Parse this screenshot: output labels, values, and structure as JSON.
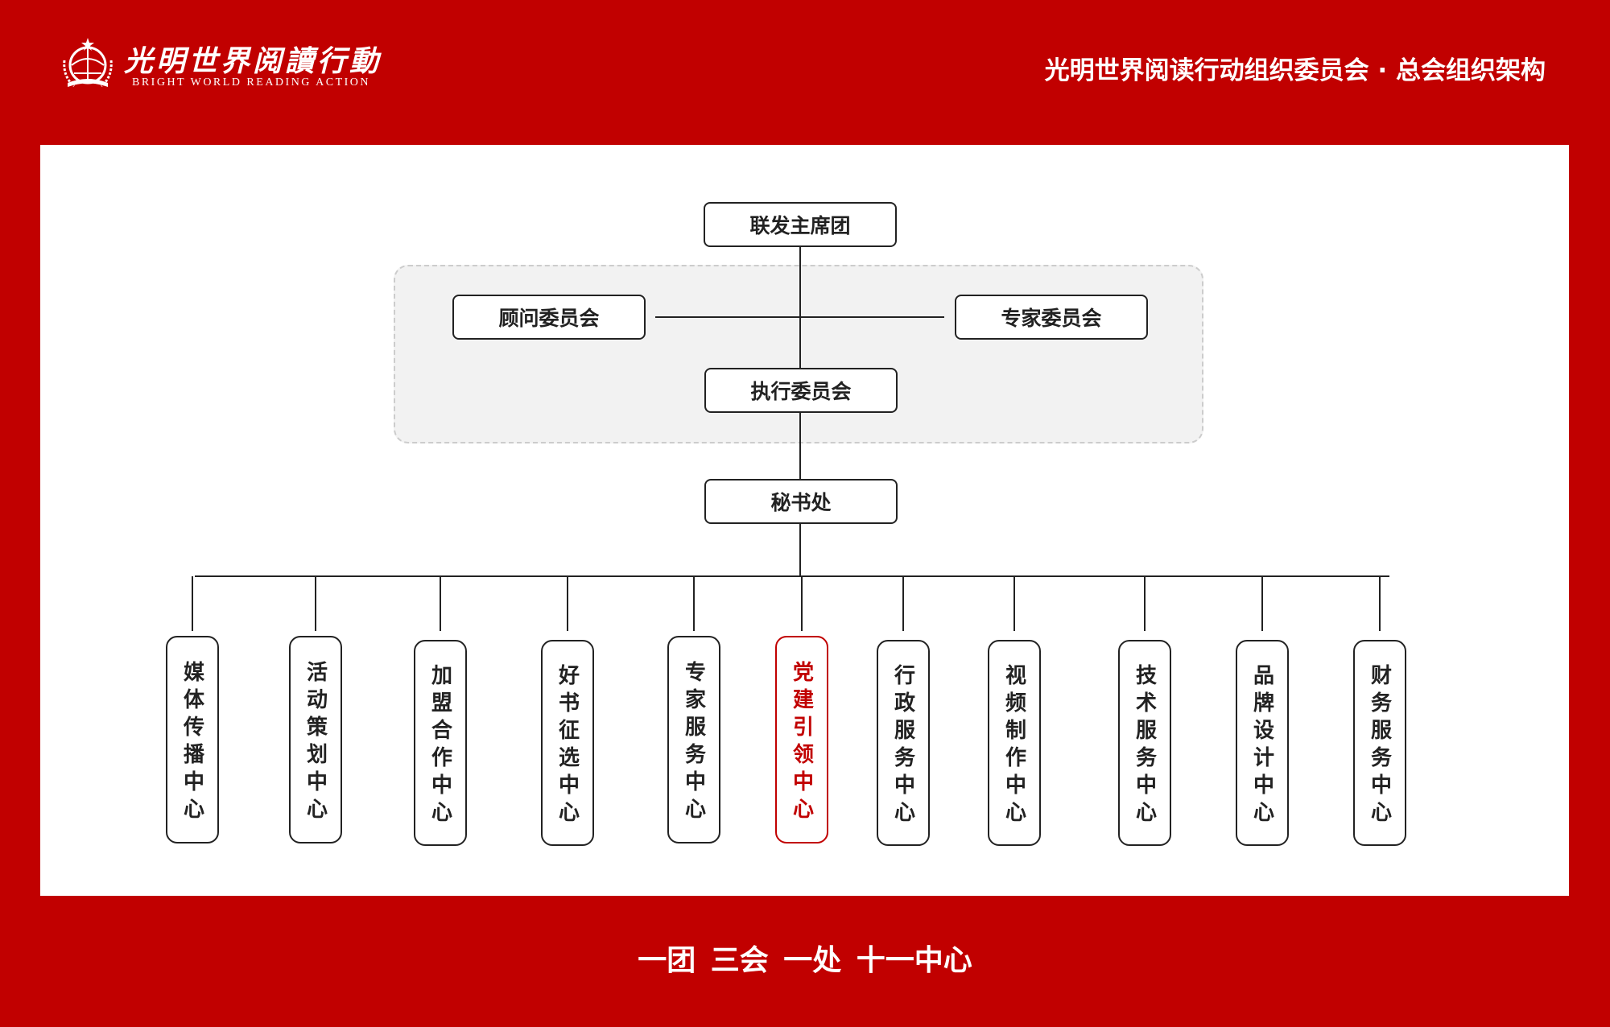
{
  "header": {
    "logo_cn": "光明世界阅讀行動",
    "logo_en": "BRIGHT WORLD READING ACTION",
    "title": "光明世界阅读行动组织委员会 · 总会组织架构"
  },
  "chart": {
    "top": "联发主席团",
    "advisory": "顾问委员会",
    "expert": "专家委员会",
    "executive": "执行委员会",
    "secretariat": "秘书处",
    "centers": [
      "媒体传播中心",
      "活动策划中心",
      "加盟合作中心",
      "好书征选中心",
      "专家服务中心",
      "党建引领中心",
      "行政服务中心",
      "视频制作中心",
      "技术服务中心",
      "品牌设计中心",
      "财务服务中心"
    ],
    "highlight_center": "党建引领中心",
    "highlight_color": "#c10000"
  },
  "footer": {
    "summary": "一团 三会 一处 十一中心"
  }
}
